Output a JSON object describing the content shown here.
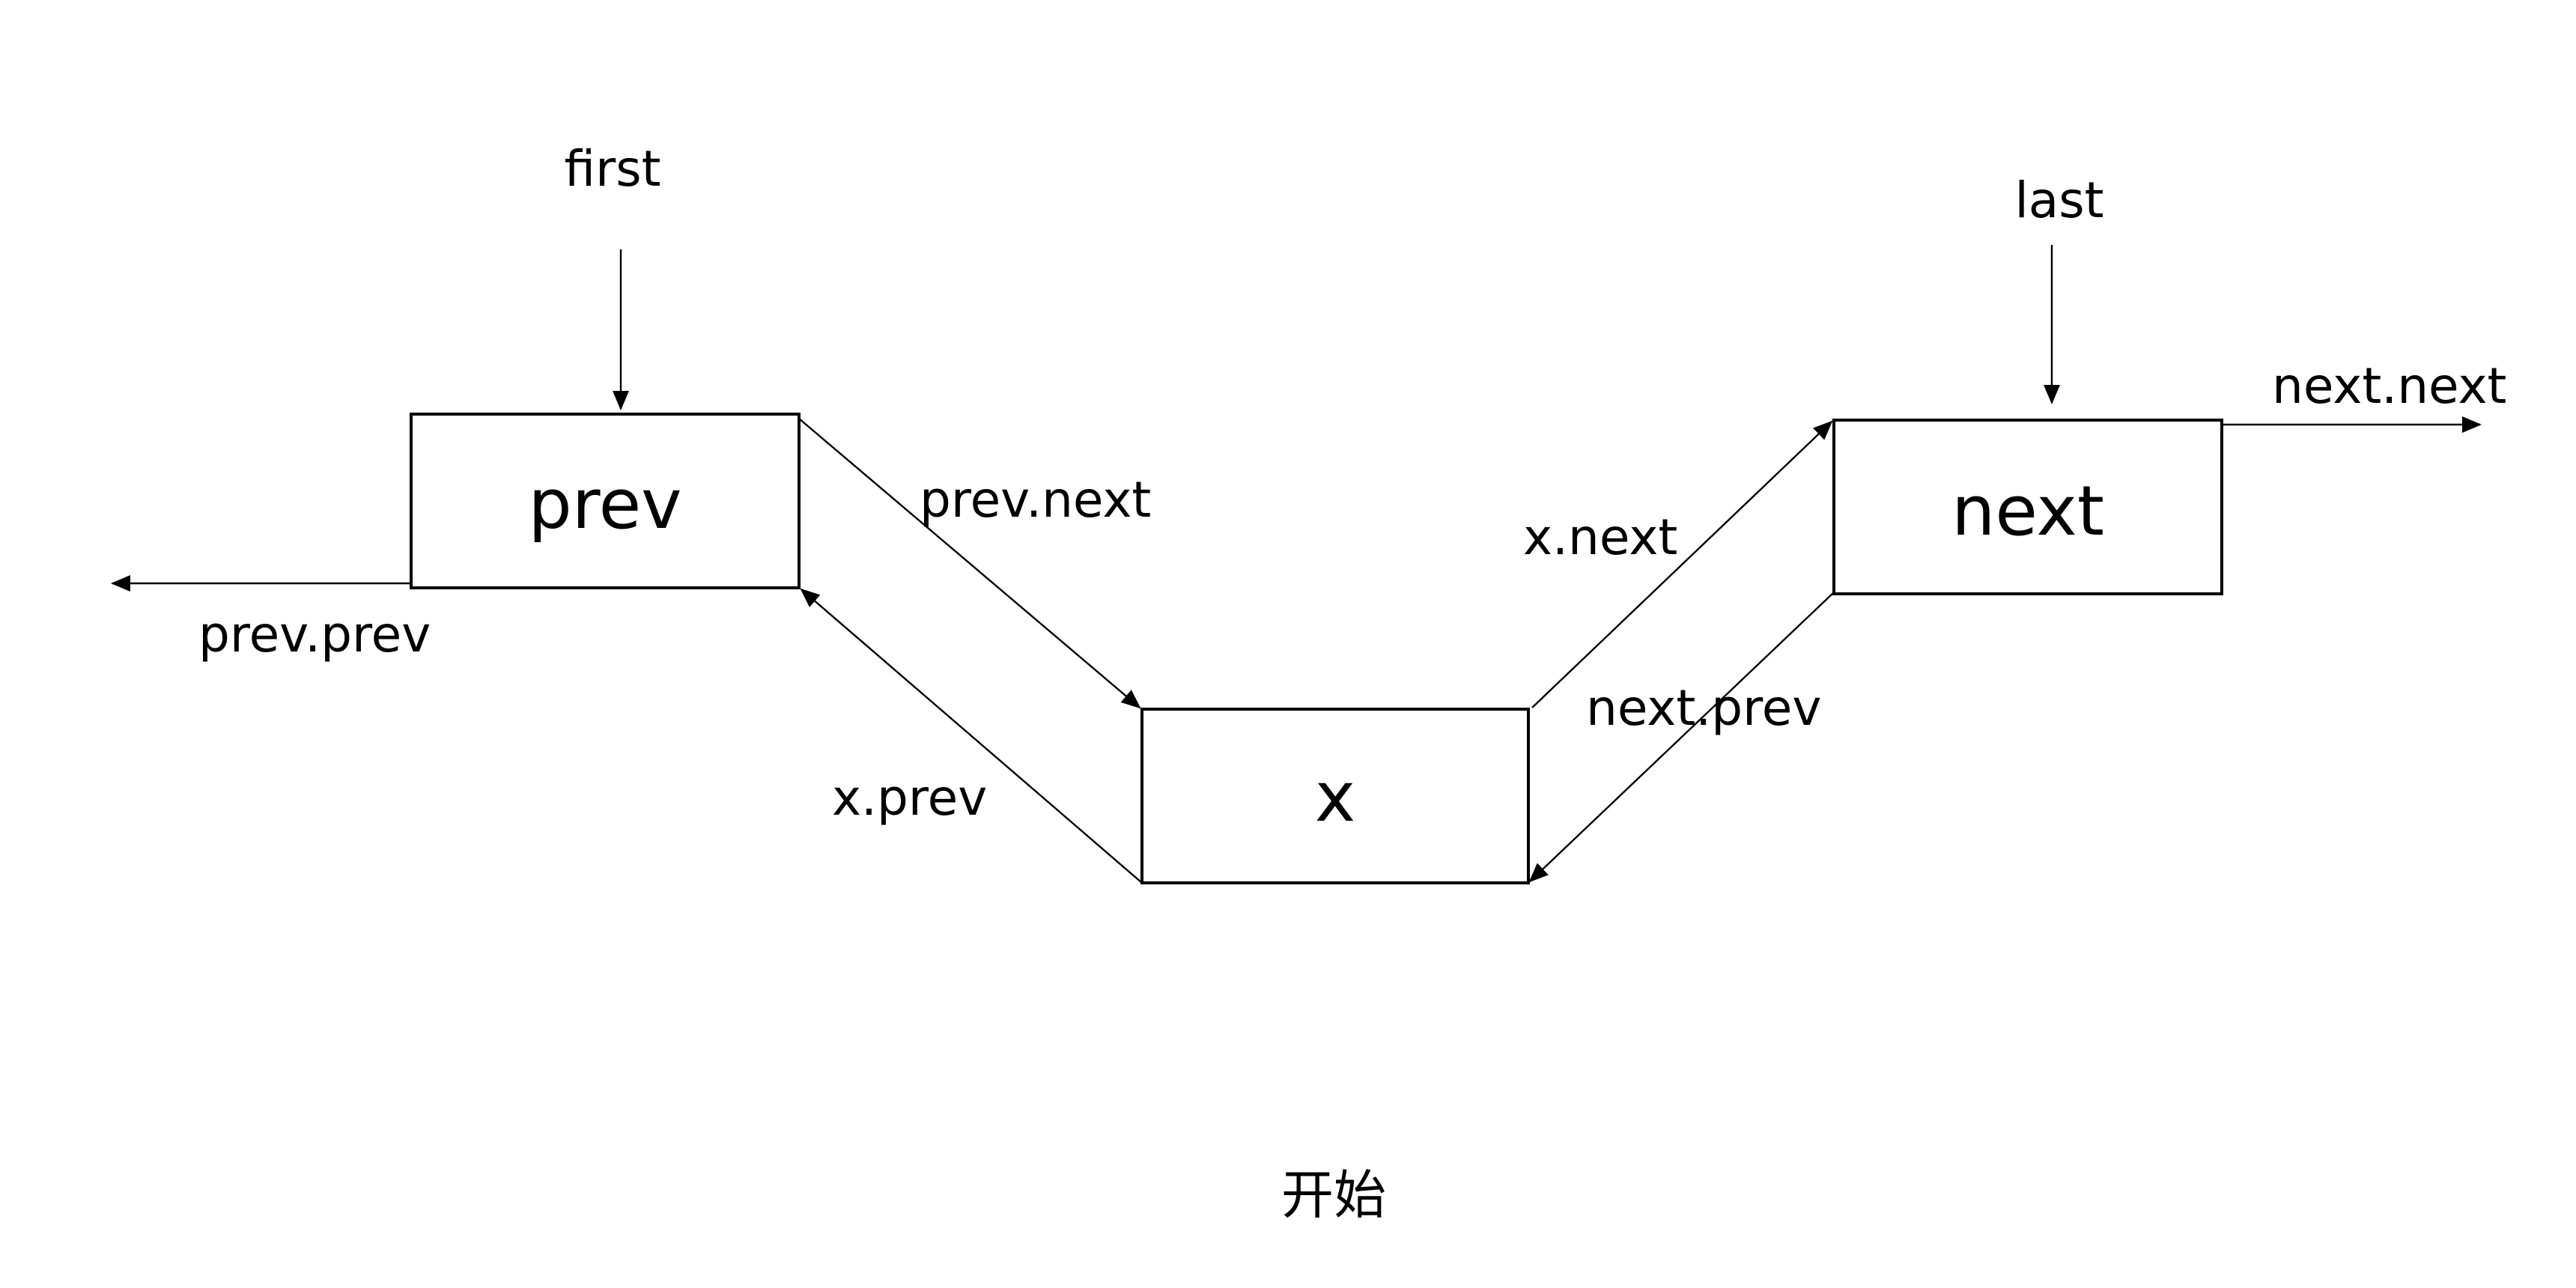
{
  "diagram": {
    "nodes": {
      "prev": {
        "label": "prev"
      },
      "x": {
        "label": "x"
      },
      "next": {
        "label": "next"
      }
    },
    "pointers": {
      "first": "first",
      "last": "last"
    },
    "edges": {
      "prev_next": "prev.next",
      "x_prev": "x.prev",
      "x_next": "x.next",
      "next_prev": "next.prev",
      "prev_prev": "prev.prev",
      "next_next": "next.next"
    },
    "caption": "开始"
  }
}
